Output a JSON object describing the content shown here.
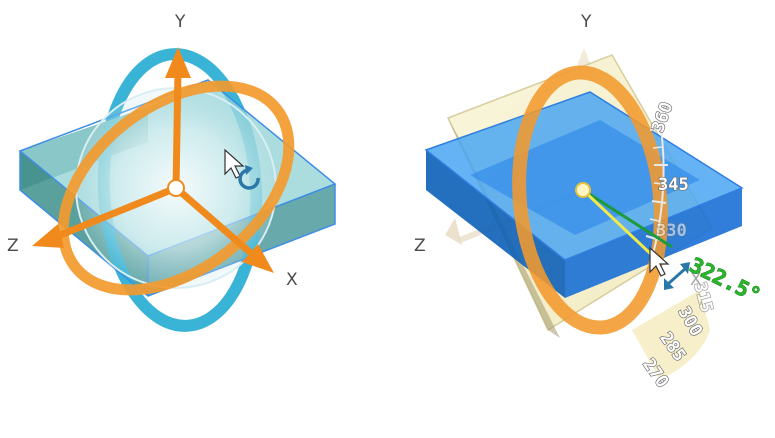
{
  "left_panel": {
    "axes": {
      "y": "Y",
      "z": "Z",
      "x": "X"
    },
    "cursor_icon": "rotate-cursor-icon"
  },
  "right_panel": {
    "axes": {
      "y": "Y",
      "z": "Z",
      "x": "X"
    },
    "dial_ticks": [
      "360",
      "345",
      "330",
      "315",
      "300",
      "285",
      "270"
    ],
    "angle_readout": "322.5°",
    "cursor_icon": "pointer-resize-cursor-icon"
  },
  "colors": {
    "box_top": "#8fd1d4",
    "box_front": "#3d8f8c",
    "box_edge": "#3f8ee6",
    "ring_cyan": "#2fb0d4",
    "ring_orange": "#f29a2e",
    "box_blue": "#1877e6",
    "plane_beige": "#f2edb6",
    "readout_green": "#29b82c"
  }
}
